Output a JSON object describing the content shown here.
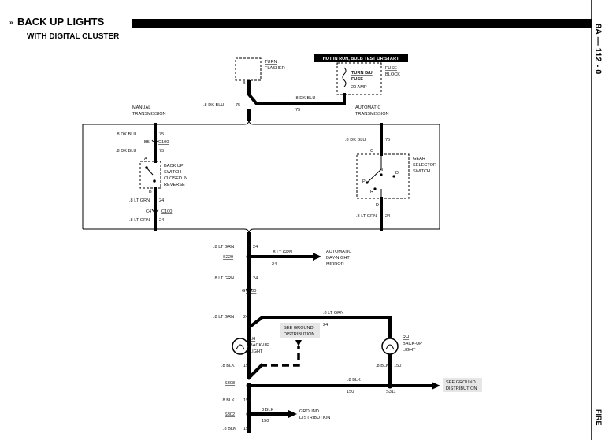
{
  "title": {
    "line1": "BACK UP LIGHTS",
    "line2": "WITH DIGITAL CLUSTER",
    "page_code": "8A — 112 - 0",
    "edge_tab": "FIRE"
  },
  "top": {
    "turn_flasher": [
      "TURN",
      "FLASHER"
    ],
    "hot_banner": "HOT IN RUN, BULB TEST OR START",
    "fuse_block": [
      "FUSE",
      "BLOCK"
    ],
    "fuse": [
      "TURN B/U",
      "FUSE",
      "20 AMP"
    ],
    "pin_b": "B",
    "wire_left": ".8 DK BLU",
    "wire_left_num": "75",
    "wire_mid": ".8 DK BLU",
    "wire_mid_num": "75"
  },
  "transmission": {
    "manual_label": [
      "MANUAL",
      "TRANSMISSION"
    ],
    "automatic_label": [
      "AUTOMATIC",
      "TRANSMISSION"
    ],
    "manual": {
      "w1": ".8 DK BLU",
      "w1_num": "75",
      "pin_b5": "B5",
      "conn_c100_top": "C100",
      "w2": ".8 DK BLU",
      "w2_num": "75",
      "pin_a": "A",
      "switch": [
        "BACK UP",
        "SWITCH",
        "CLOSED IN",
        "REVERSE"
      ],
      "pin_b": "B",
      "w3": ".8 LT GRN",
      "w3_num": "24",
      "pin_c4": "C4",
      "conn_c100_bot": "C100",
      "w4": ".8 LT GRN",
      "w4_num": "24"
    },
    "automatic": {
      "w1": ".8 DK BLU",
      "w1_num": "75",
      "pin_c": "C",
      "switch": [
        "GEAR",
        "SELECTOR",
        "SWITCH"
      ],
      "pos_n": "N",
      "pos_d": "D",
      "pos_p": "P",
      "pos_r": "R",
      "pin_d": "D",
      "w2": ".8 LT GRN",
      "w2_num": "24"
    }
  },
  "lower": {
    "w_s229": ".8 LT GRN",
    "w_s229_num": "24",
    "splice_s229": "S229",
    "branch_w": ".8 LT GRN",
    "branch_num": "24",
    "mirror": [
      "AUTOMATIC",
      "DAY-NIGHT",
      "MIRROR"
    ],
    "w_c200": ".8 LT GRN",
    "w_c200_num": "24",
    "pin_g": "G",
    "conn_c200": "C200",
    "w_lh": ".8 LT GRN",
    "w_lh_num": "24",
    "w_rh": ".8 LT GRN",
    "w_rh_num": "24",
    "see_ground_1": [
      "SEE GROUND",
      "DISTRIBUTION"
    ],
    "lh_light": [
      "LH",
      "BACK-UP",
      "LIGHT"
    ],
    "rh_light": [
      "RH",
      "BACK-UP",
      "LIGHT"
    ],
    "w_lh_blk": ".8 BLK",
    "w_lh_blk_num": "150",
    "w_rh_blk": ".8 BLK",
    "w_rh_blk_num": "150",
    "splice_s308": "S308",
    "w_h": ".8 BLK",
    "w_h_num": "150",
    "splice_s311": "S311",
    "see_ground_2": [
      "SEE GROUND",
      "DISTRIBUTION"
    ],
    "w_s308_down": ".8 BLK",
    "w_s308_down_num": "150",
    "splice_s302": "S302",
    "w_gnd": "3 BLK",
    "w_gnd_num": "150",
    "ground_dist": [
      "GROUND",
      "DISTRIBUTION"
    ],
    "bottom_w": ".8 BLK",
    "bottom_num": "150"
  }
}
